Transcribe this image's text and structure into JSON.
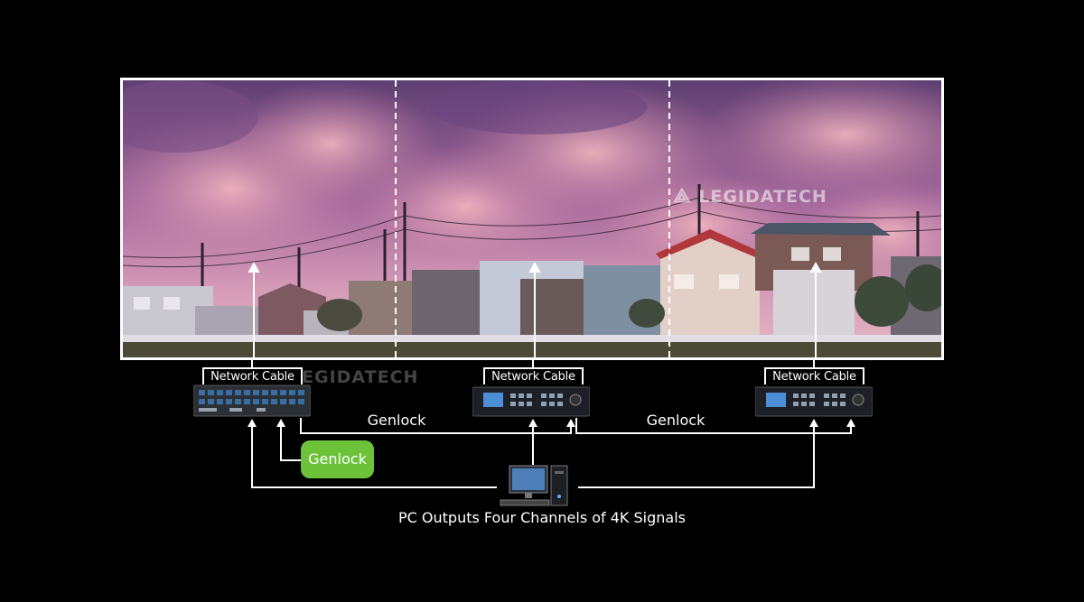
{
  "diagram": {
    "devices": [
      {
        "label": "Network Cable"
      },
      {
        "label": "Network Cable"
      },
      {
        "label": "Network Cable"
      }
    ],
    "genlock_labels": [
      "Genlock",
      "Genlock"
    ],
    "genlock_button": "Genlock",
    "pc_caption": "PC Outputs Four Channels of 4K Signals",
    "watermark": "LEGIDATECH",
    "watermark_partial": "EGIDATECH",
    "colors": {
      "background": "#000000",
      "line": "#ffffff",
      "genlock_button": "#6cc33a"
    }
  }
}
